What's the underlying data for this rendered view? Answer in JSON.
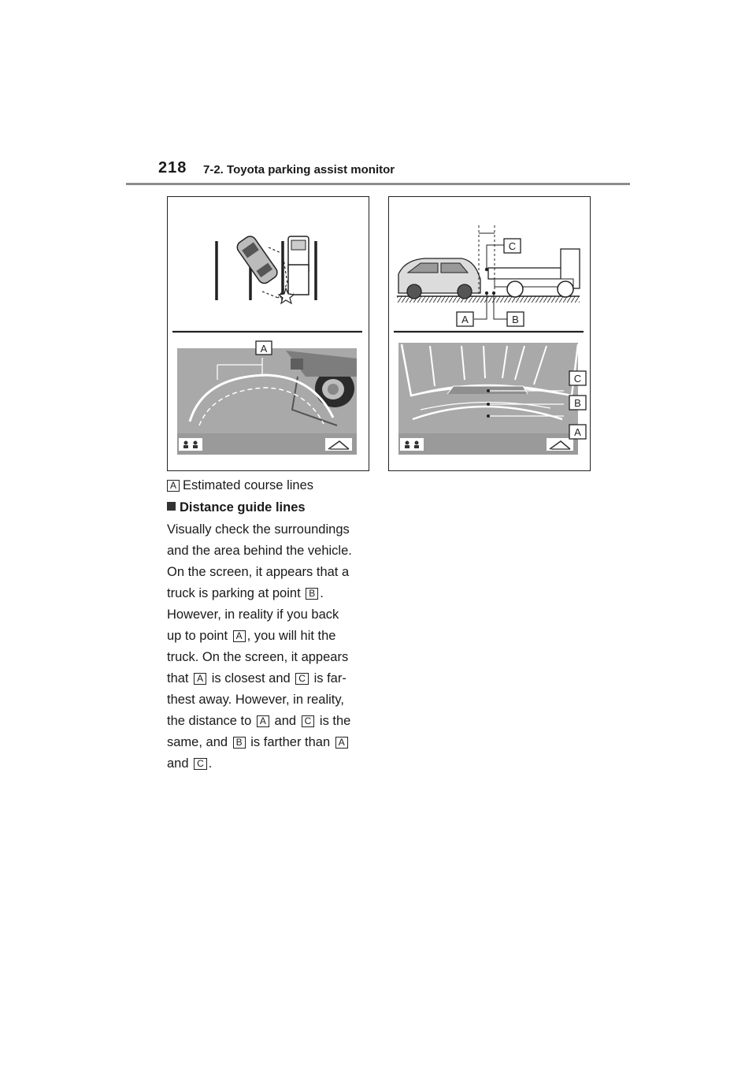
{
  "header": {
    "page_number": "218",
    "section_title": "7-2. Toyota parking assist monitor"
  },
  "figure_left": {
    "callout": "A"
  },
  "figure_right": {
    "callouts_top": [
      "C",
      "A",
      "B"
    ],
    "callouts_screen": [
      "C",
      "B",
      "A"
    ]
  },
  "caption": {
    "label": "A",
    "text": "Estimated course lines"
  },
  "section": {
    "heading": "Distance guide lines",
    "lines": {
      "l1": "Visually check the surroundings",
      "l2": "and the area behind the vehicle.",
      "l3": "On the screen, it appears that a",
      "l4a": "truck is parking at point",
      "l4_label": "B",
      "l4b": ".",
      "l5": "However, in reality if you back",
      "l6a": "up to point",
      "l6_label": "A",
      "l6b": ", you will hit the",
      "l7": "truck. On the screen, it appears",
      "l8a": "that",
      "l8_label1": "A",
      "l8b": "is closest and",
      "l8_label2": "C",
      "l8c": "is far-",
      "l9": "thest away. However, in reality,",
      "l10a": "the distance to",
      "l10_label1": "A",
      "l10b": "and",
      "l10_label2": "C",
      "l10c": "is the",
      "l11a": "same, and",
      "l11_label1": "B",
      "l11b": "is farther than",
      "l11_label2": "A",
      "l12a": "and",
      "l12_label": "C",
      "l12b": "."
    }
  }
}
